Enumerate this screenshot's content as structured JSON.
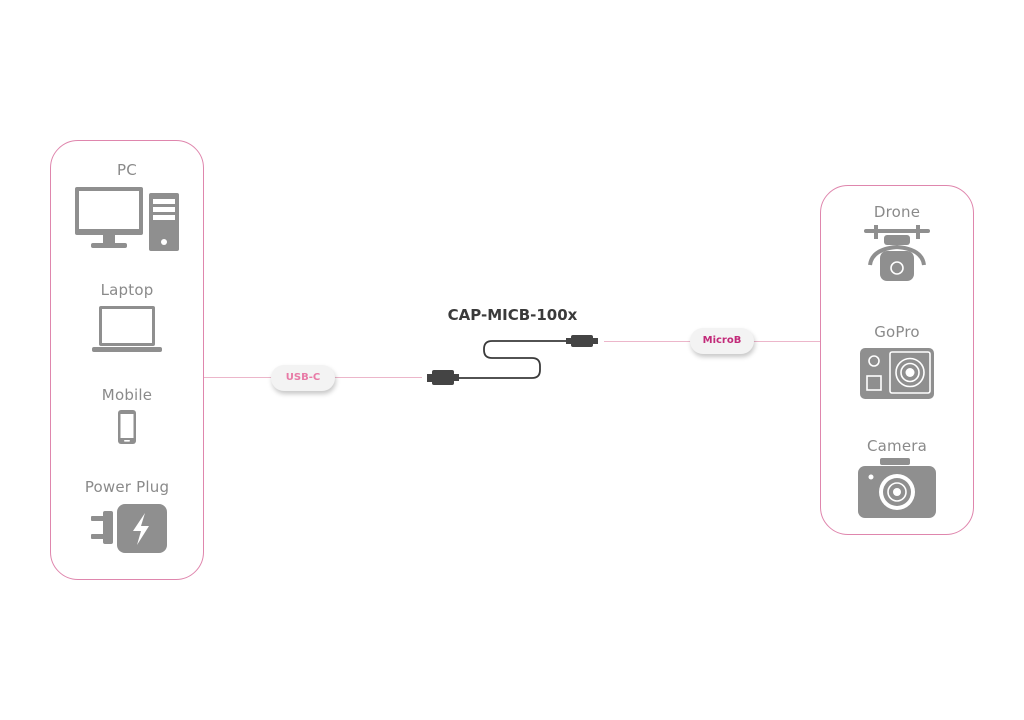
{
  "product": {
    "name": "CAP-MICB-100x"
  },
  "connectors": {
    "left": "USB-C",
    "right": "MicroB"
  },
  "left_group": {
    "devices": [
      {
        "label": "PC",
        "icon": "pc-icon"
      },
      {
        "label": "Laptop",
        "icon": "laptop-icon"
      },
      {
        "label": "Mobile",
        "icon": "mobile-icon"
      },
      {
        "label": "Power Plug",
        "icon": "power-plug-icon"
      }
    ]
  },
  "right_group": {
    "devices": [
      {
        "label": "Drone",
        "icon": "drone-icon"
      },
      {
        "label": "GoPro",
        "icon": "gopro-icon"
      },
      {
        "label": "Camera",
        "icon": "camera-icon"
      }
    ]
  },
  "colors": {
    "panel_border": "#df86ad",
    "link_line": "#ecb6ca",
    "icon_gray": "#8f8f8f",
    "usbc_text": "#e87aa6",
    "microb_text": "#c22a79",
    "cable": "#3a3a3a"
  }
}
